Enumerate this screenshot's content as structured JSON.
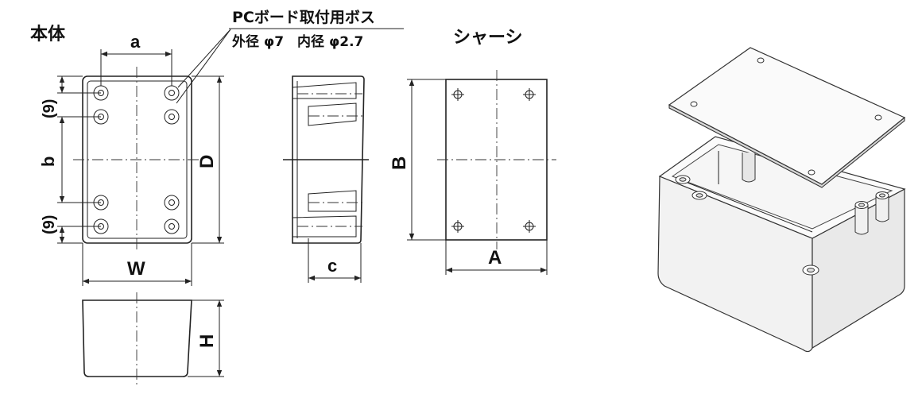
{
  "labels": {
    "body_title": "本体",
    "chassis_title": "シャーシ",
    "boss_title": "PCボード取付用ボス",
    "boss_spec": "外径 φ7　内径 φ2.7",
    "dim_a": "a",
    "dim_b": "b",
    "dim_c": "c",
    "dim_d": "D",
    "dim_w": "W",
    "dim_h": "H",
    "dim_A": "A",
    "dim_B": "B",
    "dim_9_top": "(9)",
    "dim_9_bottom": "(9)"
  },
  "colors": {
    "line": "#222222",
    "background": "#ffffff",
    "enclosure_fill": "#f4f4f4",
    "lid_fill": "#fafafa"
  }
}
